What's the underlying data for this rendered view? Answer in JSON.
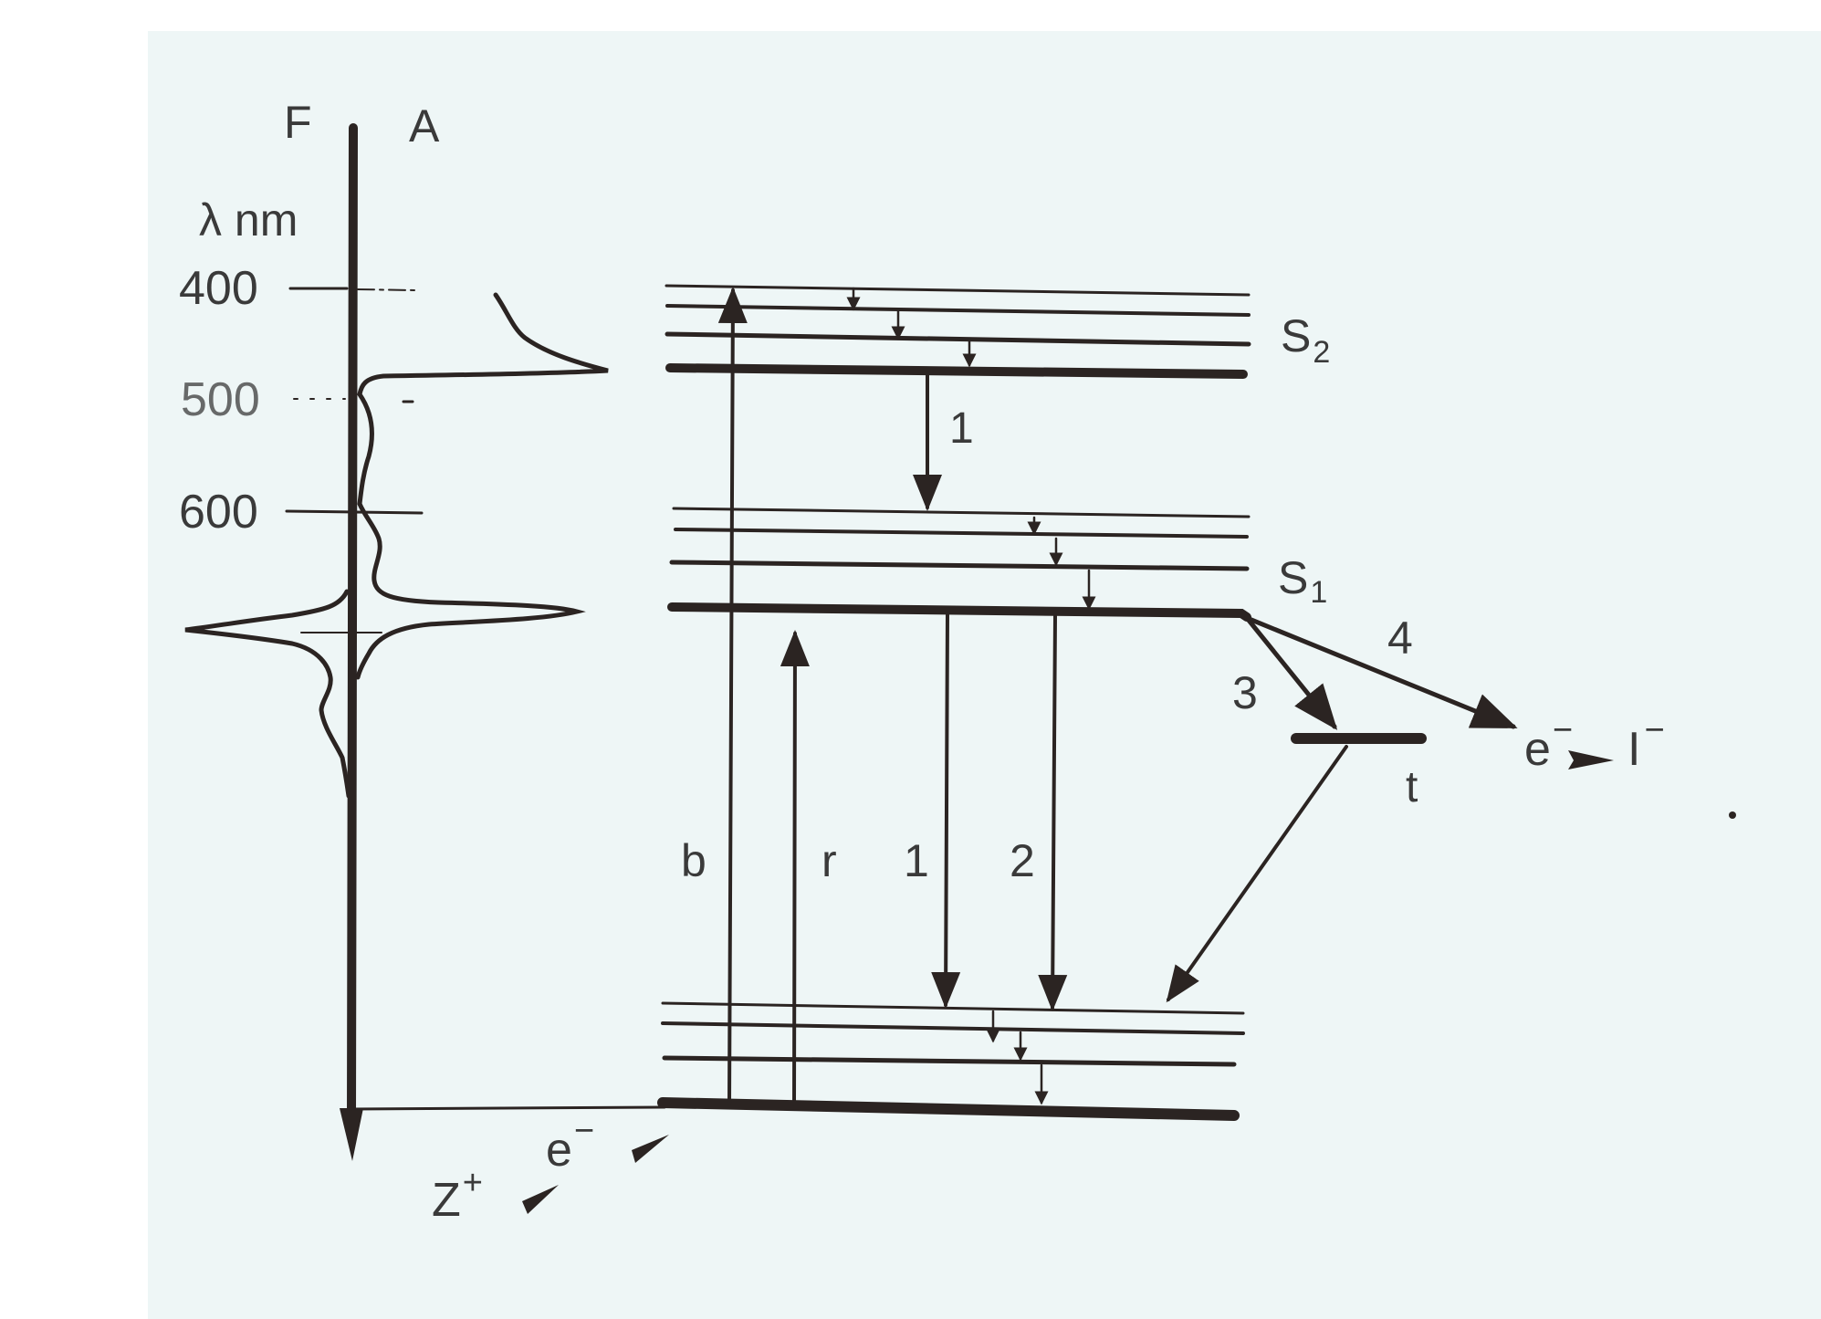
{
  "figure": {
    "type": "jablonski_energy_level_diagram",
    "background_color": "#eef6f6",
    "ink_color": "#2b2422"
  },
  "spectrum_axis": {
    "label_left": "F",
    "label_right": "A",
    "unit_label": "λ nm",
    "ticks": [
      {
        "label": "400",
        "value": 400
      },
      {
        "label": "500",
        "value": 500
      },
      {
        "label": "600",
        "value": 600
      }
    ],
    "curves": [
      {
        "name": "A",
        "meaning": "absorption spectrum (right of axis)",
        "peaks_nm": [
          475,
          690
        ]
      },
      {
        "name": "F",
        "meaning": "fluorescence spectrum (left of axis)",
        "peaks_nm": [
          705
        ]
      }
    ]
  },
  "states": {
    "s2": {
      "label": "S",
      "sub": "2"
    },
    "s1": {
      "label": "S",
      "sub": "1"
    },
    "t": {
      "label": "t"
    }
  },
  "transitions": {
    "b": {
      "label": "b",
      "meaning": "blue absorption S0 → S2"
    },
    "r": {
      "label": "r",
      "meaning": "red absorption S0 → S1"
    },
    "ic": {
      "label": "1",
      "meaning": "S2 → S1"
    },
    "fluor_1": {
      "label": "1",
      "meaning": "S1 → S0"
    },
    "fluor_2": {
      "label": "2",
      "meaning": "S1 → S0"
    },
    "isc": {
      "label": "3",
      "meaning": "S1 → t"
    },
    "et": {
      "label": "4",
      "meaning": "S1 → electron transfer"
    }
  },
  "species": {
    "electron_right": {
      "base": "e",
      "sup": "−"
    },
    "iodide": {
      "base": "I",
      "sup": "−"
    },
    "electron_left": {
      "base": "e",
      "sup": "−"
    },
    "cation": {
      "base": "Z",
      "sup": "+"
    }
  }
}
